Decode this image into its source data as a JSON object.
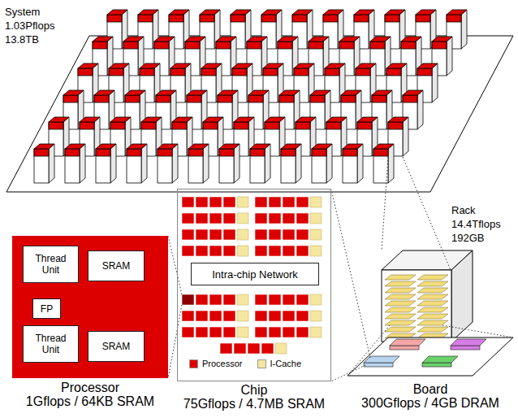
{
  "diagram": {
    "nodes": [
      {
        "text": [
          "System",
          "1.03Pflops",
          "13.8TB"
        ]
      },
      {
        "text": [
          "Rack",
          "14.4Tflops",
          "192GB"
        ]
      },
      {
        "text": [
          "Chip",
          "75Gflops / 4.7MB SRAM"
        ]
      },
      {
        "text": [
          "Intra-chip Network"
        ],
        "in": 2
      },
      {
        "text": [
          "Processor",
          "1Gflops / 64KB SRAM"
        ]
      },
      {
        "text": [
          "Thread Unit"
        ],
        "in": 4
      },
      {
        "text": [
          "SRAM"
        ],
        "in": 4
      },
      {
        "text": [
          "FP"
        ],
        "in": 4
      },
      {
        "text": [
          "Thread Unit"
        ],
        "in": 4
      },
      {
        "text": [
          "SRAM"
        ],
        "in": 4
      },
      {
        "text": [
          "Board",
          "300Gflops / 4GB DRAM"
        ]
      }
    ],
    "edges": [
      {
        "from": 0,
        "to": 1,
        "arrow": "none"
      },
      {
        "from": 1,
        "to": 10,
        "arrow": "none"
      },
      {
        "from": 10,
        "to": 2,
        "arrow": "none"
      },
      {
        "from": 2,
        "to": 4,
        "arrow": "none"
      }
    ],
    "legend": [
      {
        "text": "Processor",
        "color": "#dd0000"
      },
      {
        "text": "I-Cache",
        "color": "#f5e6a0"
      }
    ]
  }
}
